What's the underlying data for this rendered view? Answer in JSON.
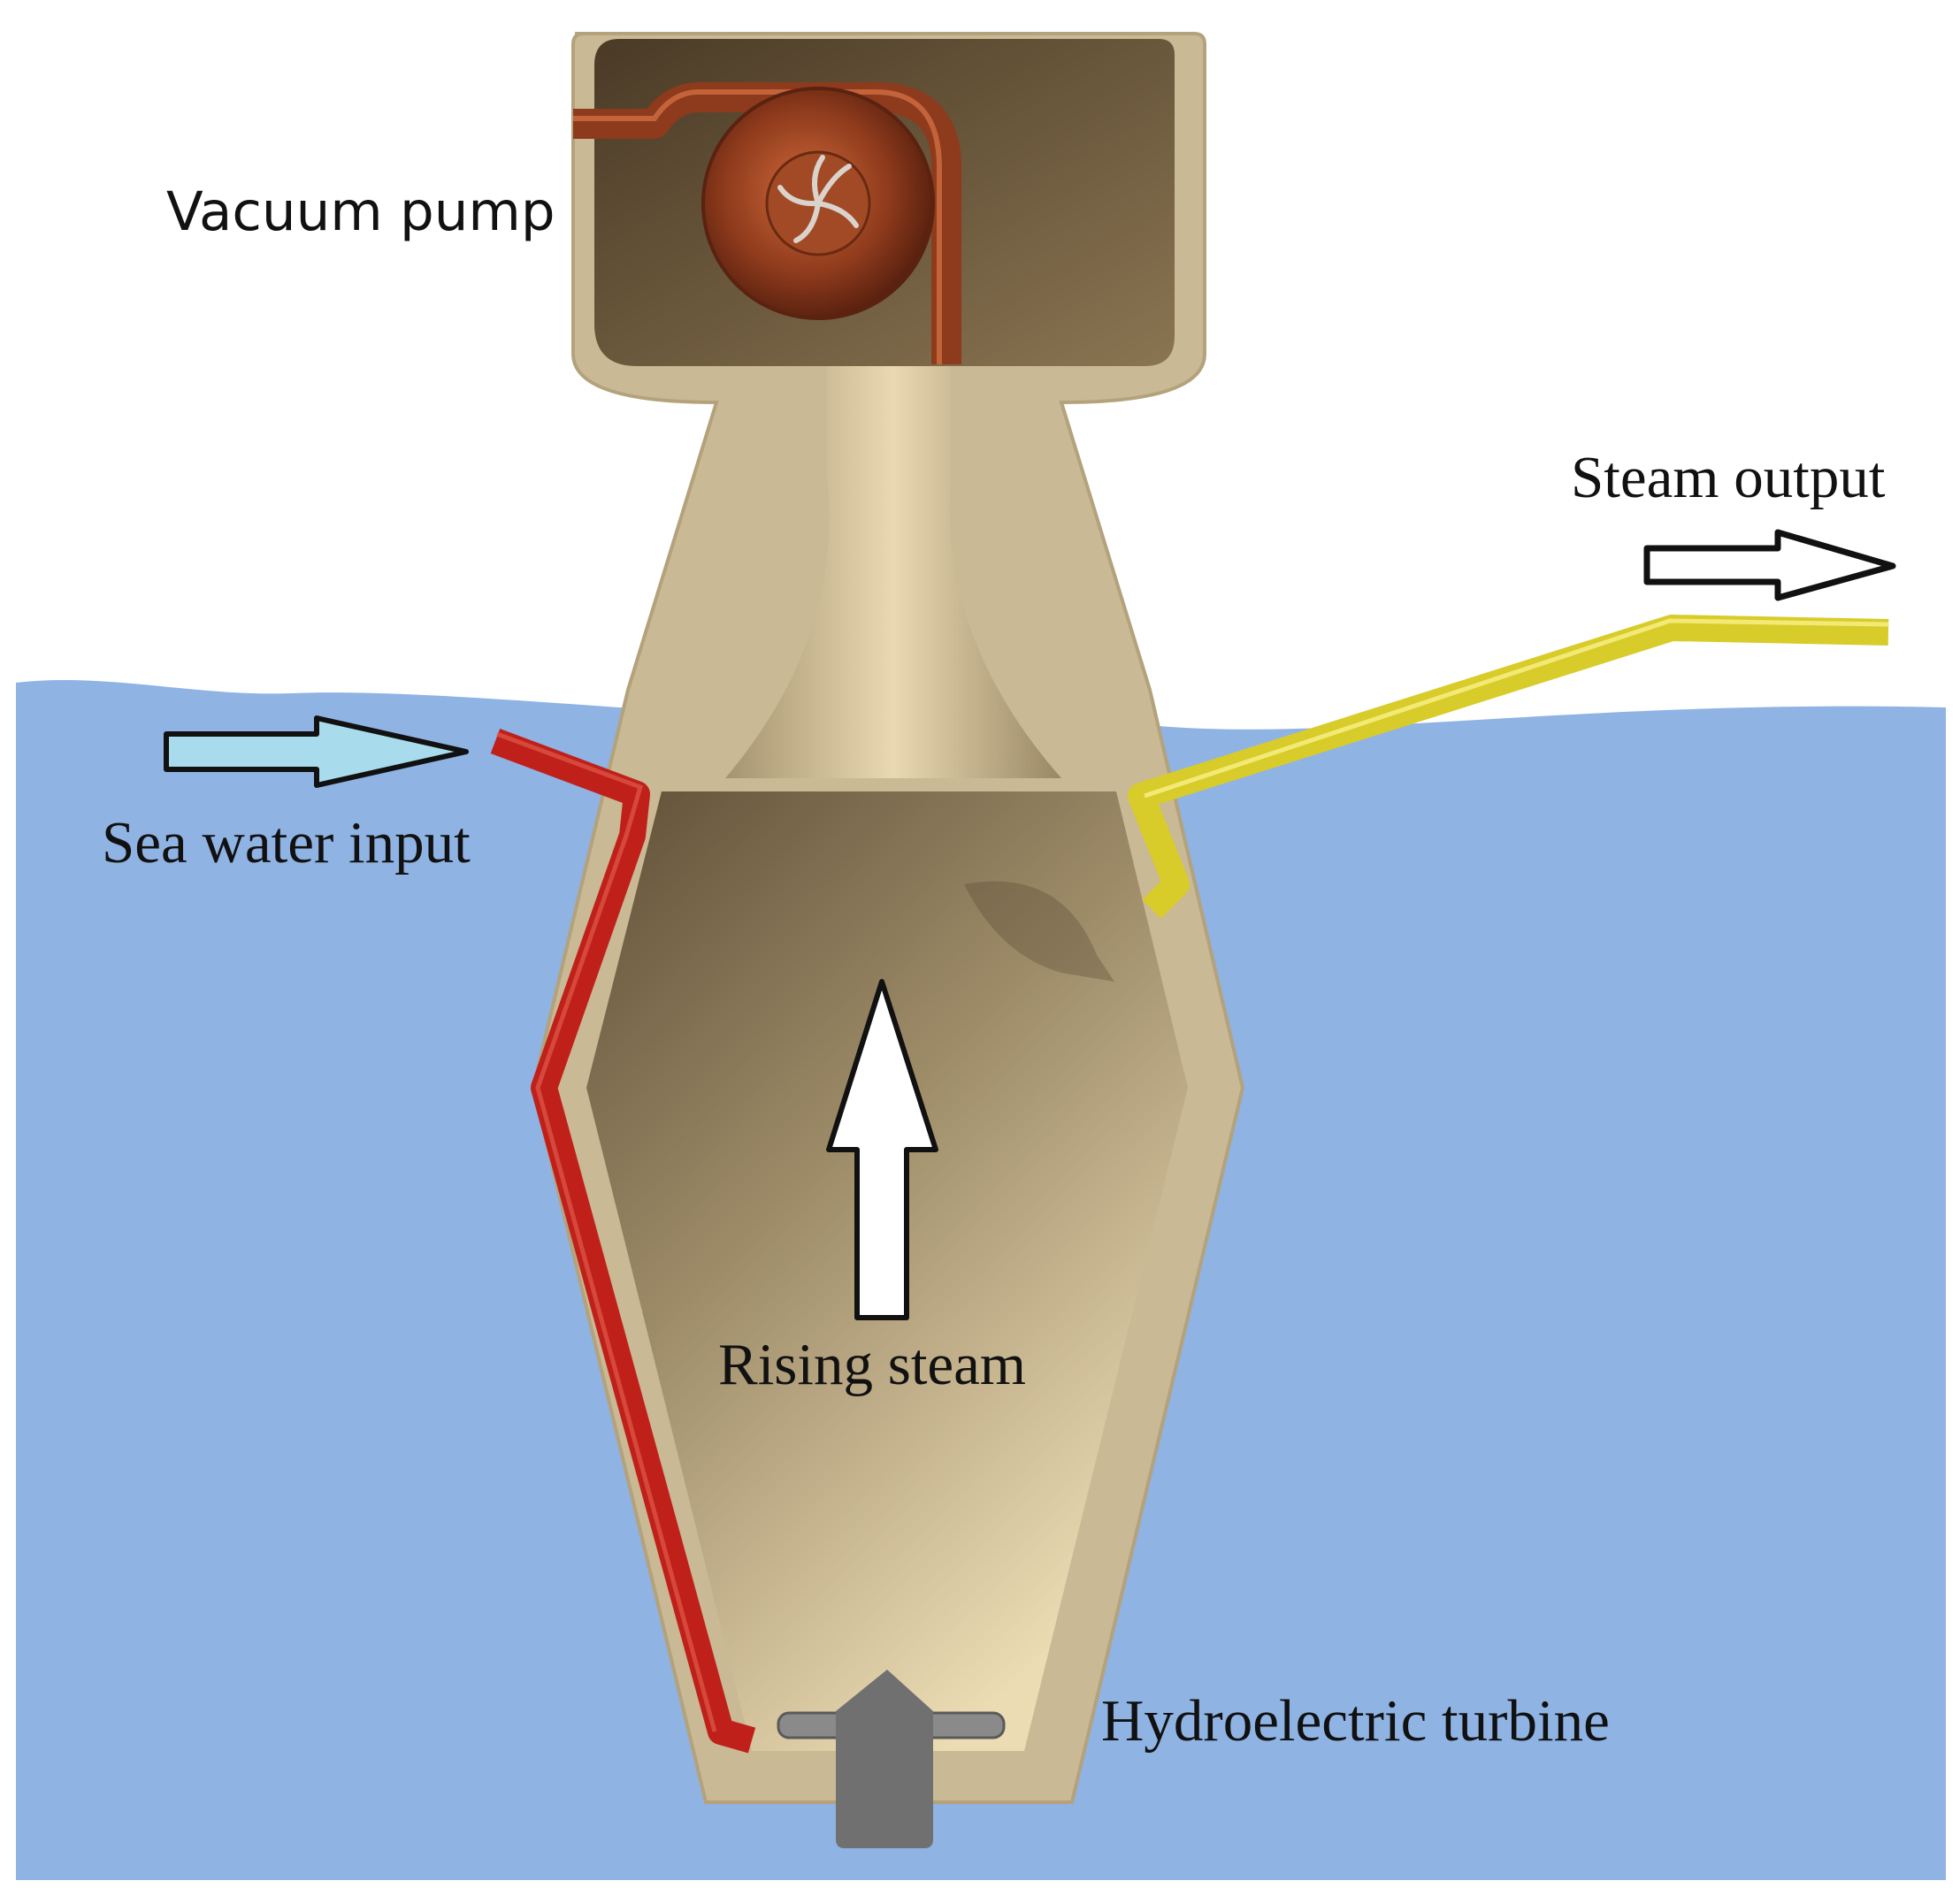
{
  "diagram": {
    "labels": {
      "vacuum_pump": "Vacuum pump",
      "steam_output": "Steam output",
      "sea_water_input": "Sea water input",
      "rising_steam": "Rising steam",
      "hydroelectric_turbine": "Hydroelectric turbine"
    },
    "colors": {
      "sea": "#8fb3e3",
      "hull": "#c9b994",
      "chamber_dark": "#6b5a3f",
      "chamber_light": "#e6d5ac",
      "sea_water_pipe": "#c0201a",
      "steam_pipe": "#d8cc2a",
      "pump_copper": "#8e3a1c",
      "turbine_grey": "#707070",
      "input_arrow": "#a8dcec",
      "output_arrow": "#ffffff",
      "steam_arrow": "#ffffff"
    }
  }
}
